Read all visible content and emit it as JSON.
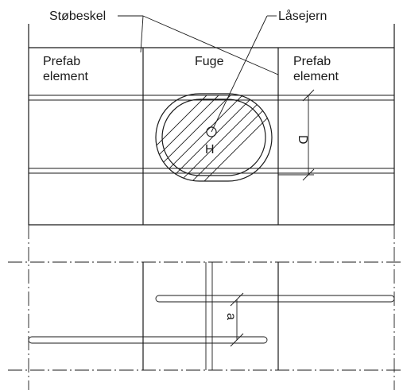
{
  "labels": {
    "stobeskel": "Støbeskel",
    "lasejern": "Låsejern",
    "prefab_left_line1": "Prefab",
    "prefab_left_line2": "element",
    "fuge": "Fuge",
    "prefab_right_line1": "Prefab",
    "prefab_right_line2": "element",
    "dim_d": "D",
    "point_h": "H",
    "dim_a": "a"
  },
  "colors": {
    "line": "#1a1a1a",
    "background": "#ffffff"
  }
}
